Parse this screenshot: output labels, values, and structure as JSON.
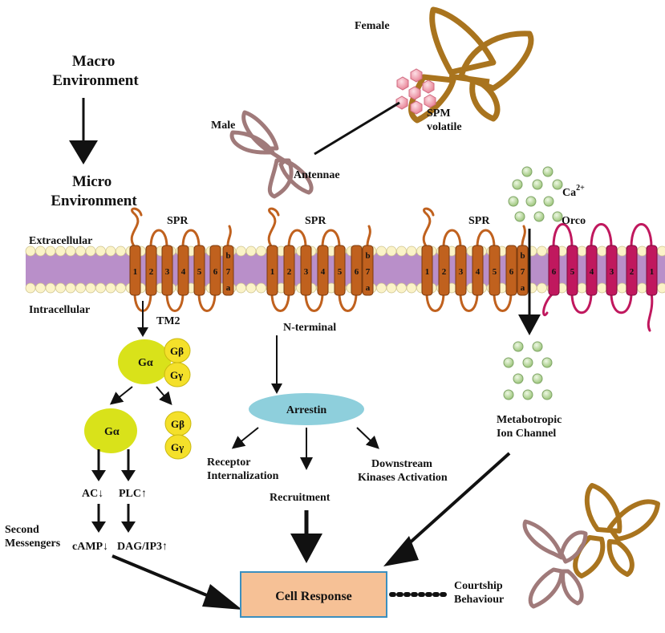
{
  "labels": {
    "macro": "Macro Environment",
    "micro": "Micro Environment",
    "female": "Female",
    "male": "Male",
    "spm": "SPM volatile",
    "antennae": "Antennae",
    "ca": "Ca",
    "ca_sup": "2+",
    "extracellular": "Extracellular",
    "intracellular": "Intracellular",
    "spr": "SPR",
    "orco": "Orco",
    "tm2": "TM2",
    "n_terminal": "N-terminal",
    "g_alpha": "Gα",
    "g_beta": "Gβ",
    "g_gamma": "Gγ",
    "arrestin": "Arrestin",
    "receptor_internalization": "Receptor Internalization",
    "downstream": "Downstream Kinases Activation",
    "recruitment": "Recruitment",
    "metabotropic": "Metabotropic Ion Channel",
    "ac": "AC",
    "plc": "PLC",
    "second_messengers": "Second Messengers",
    "camp": "cAMP",
    "dag": "DAG/IP3",
    "cell_response": "Cell Response",
    "courtship": "Courtship Behaviour"
  },
  "helix_numbers": [
    "1",
    "2",
    "3",
    "4",
    "5",
    "6",
    "7"
  ],
  "orco_numbers": [
    "6",
    "5",
    "4",
    "3",
    "2",
    "1"
  ],
  "helix7_parts": [
    "b",
    "7",
    "a"
  ],
  "colors": {
    "membrane": "#b98fc9",
    "head": "#fbf3c8",
    "receptor": "#c0611e",
    "orco": "#c0185e",
    "gprotein": "#d9e21a",
    "gbetagamma": "#f4e02a",
    "arrestin": "#8ecfdc",
    "cell_response": "#f6c196",
    "moth_female": "#a9741e",
    "moth_male": "#a07a7a",
    "pheromone": "#f4a9b6",
    "calcium": "#b9d9a0"
  }
}
